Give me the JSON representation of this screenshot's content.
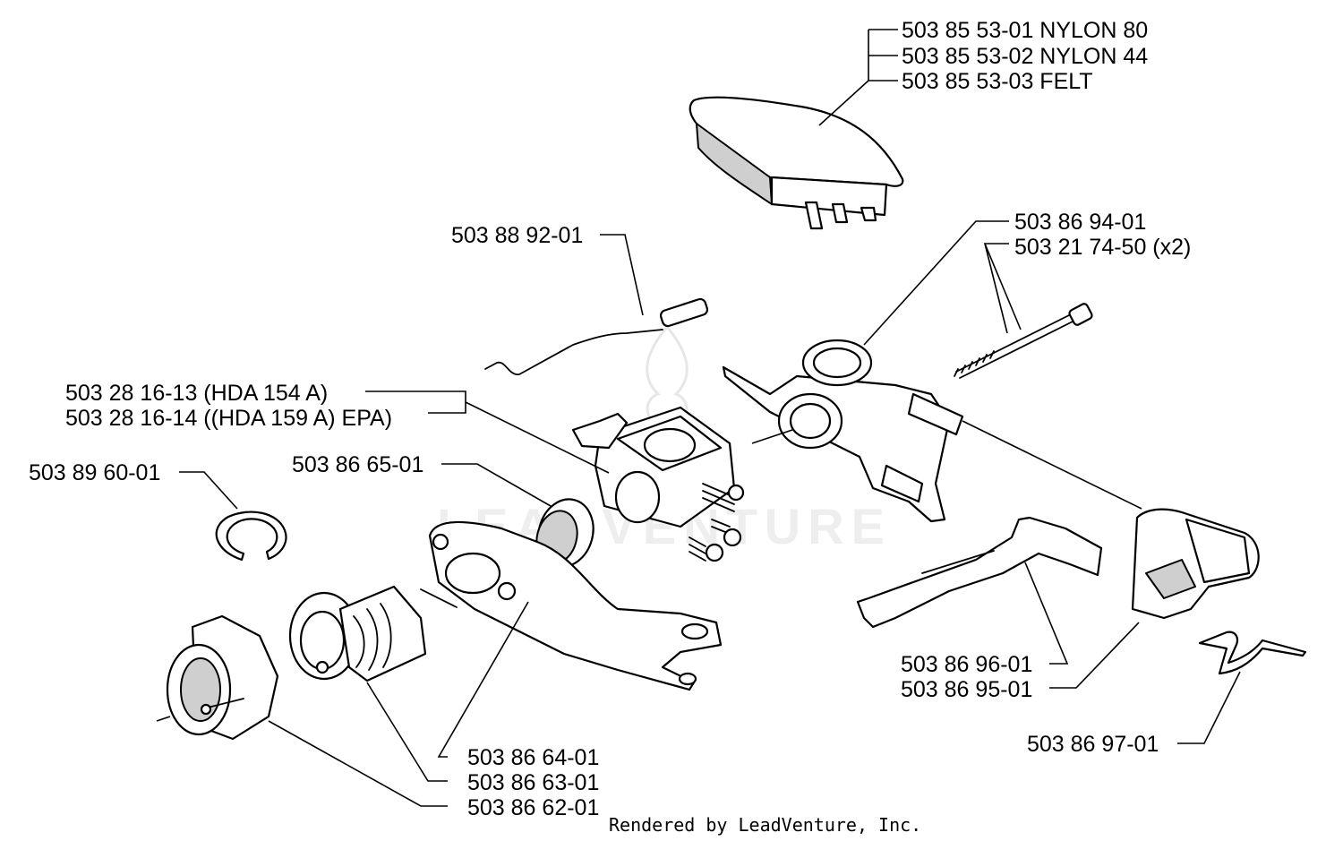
{
  "diagram": {
    "labels": {
      "filter_nylon80": "503 85 53-01 NYLON 80",
      "filter_nylon44": "503 85 53-02 NYLON 44",
      "filter_felt": "503 85 53-03 FELT",
      "rod": "503 88 92-01",
      "intake_adapter": "503 86 94-01",
      "screw": "503 21 74-50 (x2)",
      "carb_a": "503 28 16-13 (HDA 154 A)",
      "carb_b": "503 28 16-14 ((HDA 159 A) EPA)",
      "ring": "503 89 60-01",
      "sleeve": "503 86 65-01",
      "lever": "503 86 96-01",
      "choke_housing": "503 86 95-01",
      "spring": "503 86 97-01",
      "bracket": "503 86 64-01",
      "boot": "503 86 63-01",
      "flange": "503 86 62-01"
    },
    "credit": "Rendered by LeadVenture, Inc.",
    "watermark": "LEADVENTURE"
  }
}
